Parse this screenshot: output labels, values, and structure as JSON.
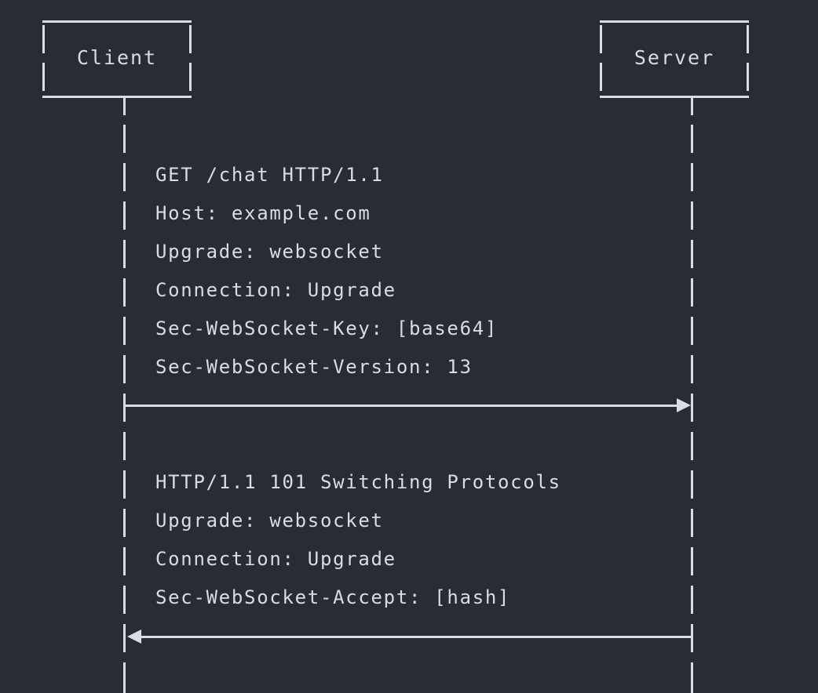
{
  "theme": {
    "background": "#282c35",
    "foreground": "#d8dce4"
  },
  "diagram": {
    "kind": "sequence-diagram",
    "subject": "WebSocket handshake",
    "participants": [
      {
        "id": "client",
        "label": "Client"
      },
      {
        "id": "server",
        "label": "Server"
      }
    ],
    "exchanges": [
      {
        "id": "request",
        "direction": "client-to-server",
        "arrow_glyph": "-->",
        "lines": [
          "GET /chat HTTP/1.1",
          "Host: example.com",
          "Upgrade: websocket",
          "Connection: Upgrade",
          "Sec-WebSocket-Key: [base64]",
          "Sec-WebSocket-Version: 13"
        ]
      },
      {
        "id": "response",
        "direction": "server-to-client",
        "arrow_glyph": "<--",
        "lines": [
          "HTTP/1.1 101 Switching Protocols",
          "Upgrade: websocket",
          "Connection: Upgrade",
          "Sec-WebSocket-Accept: [hash]"
        ]
      }
    ]
  }
}
